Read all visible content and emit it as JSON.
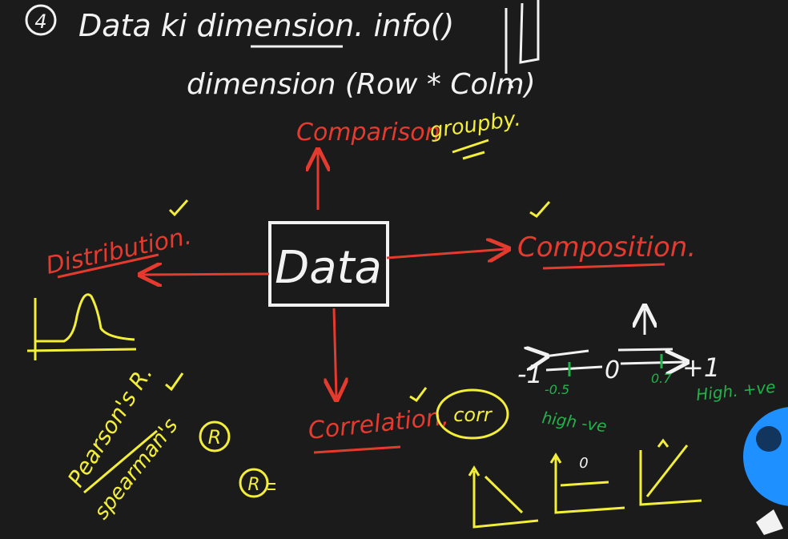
{
  "colors": {
    "background": "#1b1b1b",
    "white_ink": "#f2f2f2",
    "red_ink": "#e53a2e",
    "yellow_ink": "#f3ee3a",
    "green_ink": "#22b24a",
    "avatar_blue": "#1e90ff"
  },
  "header": {
    "item_number": "4",
    "line1": "Data ki dimension. info()",
    "line2": "dimension (Row * Colm)"
  },
  "center": {
    "label": "Data"
  },
  "branches": {
    "top": {
      "label": "Comparison",
      "extra": "groupby."
    },
    "right": {
      "label": "Composition."
    },
    "left": {
      "label": "Distribution."
    },
    "bottom": {
      "label": "Correlation,",
      "extra": "corr"
    }
  },
  "correlation_notes": {
    "pearson": "Pearson's R.",
    "spearman": "spearman's",
    "r_circle_1": "R",
    "r_circle_2": "R",
    "scale_minus": "-1",
    "scale_zero": "0",
    "scale_plus": "+1",
    "neg_marker": "-0.5",
    "pos_marker": "0.7",
    "high_neg": "high -ve",
    "high_pos": "High. +ve",
    "zero_label": "0"
  },
  "icons": [
    "pen-scribble-icon",
    "avatar-icon"
  ]
}
